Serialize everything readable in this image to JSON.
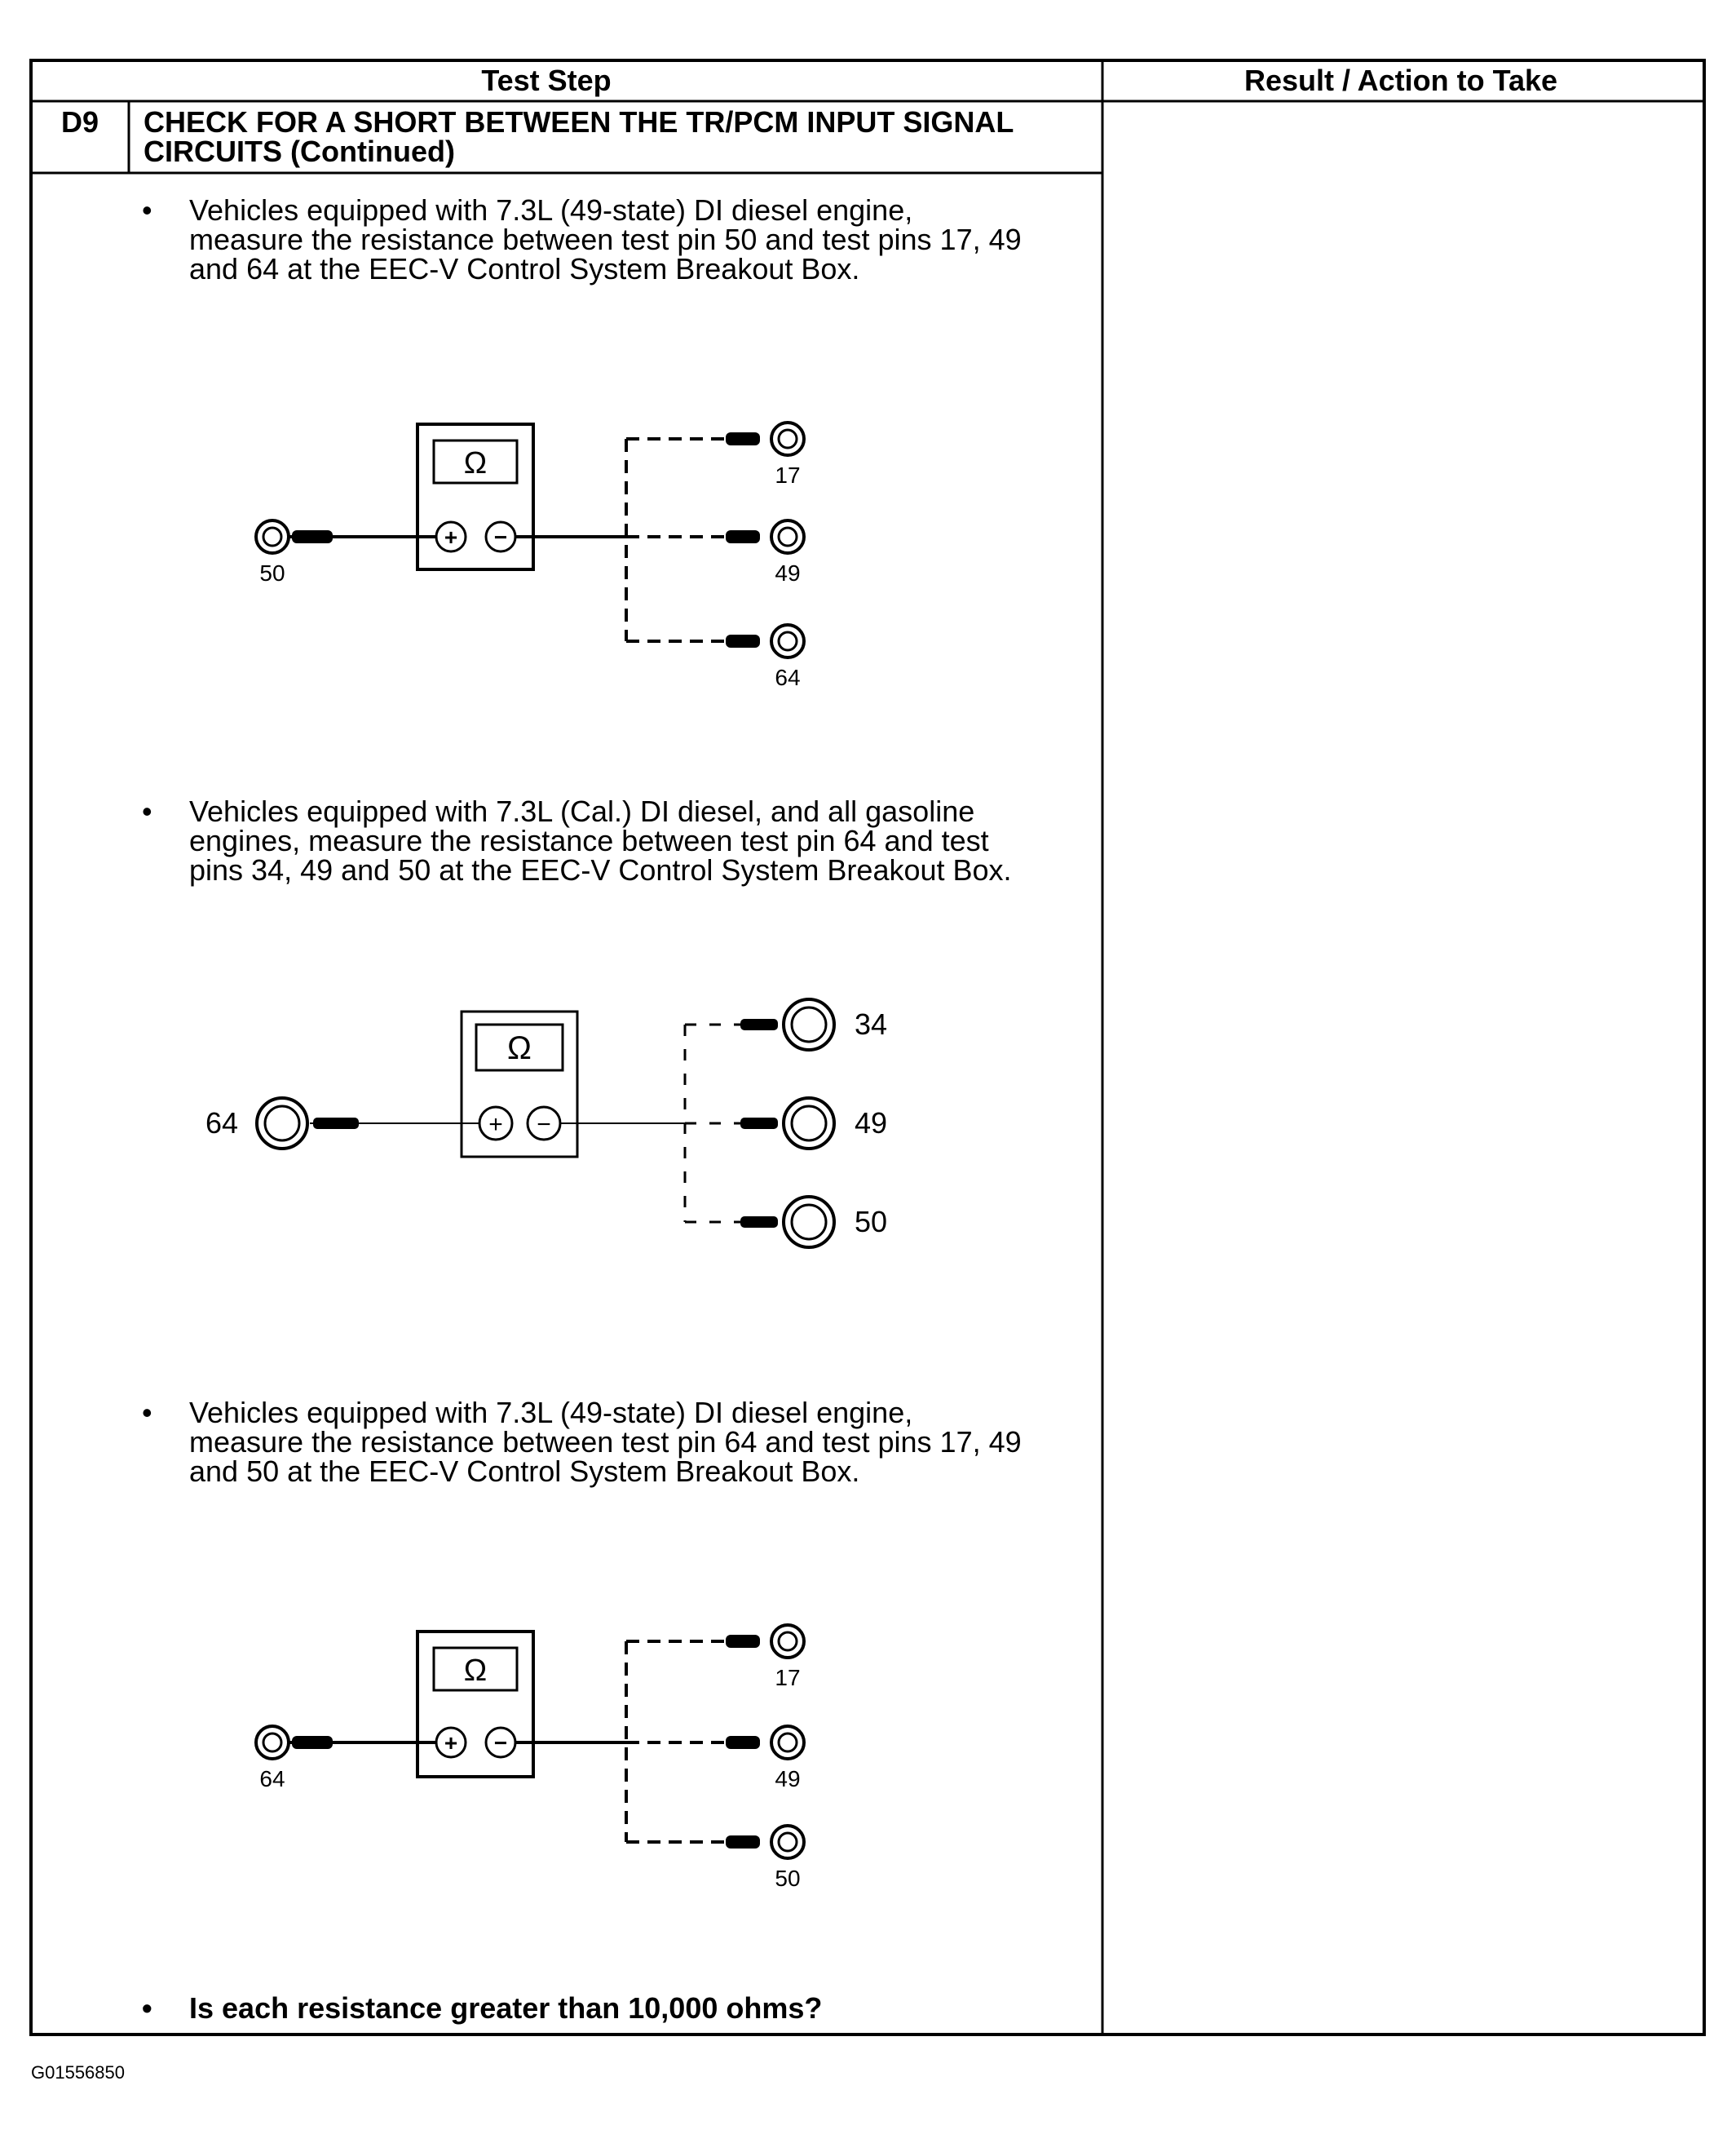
{
  "table": {
    "header_test_step": "Test Step",
    "header_result": "Result / Action to Take",
    "step_id": "D9",
    "step_title_line1": "CHECK FOR A SHORT BETWEEN THE TR/PCM INPUT SIGNAL",
    "step_title_line2": "CIRCUITS (Continued)"
  },
  "bullets": [
    {
      "lines": [
        "Vehicles equipped with 7.3L (49-state) DI diesel engine,",
        "measure the resistance between test pin 50 and test pins 17, 49",
        "and 64 at the EEC-V Control System Breakout Box."
      ]
    },
    {
      "lines": [
        "Vehicles equipped with 7.3L (Cal.) DI diesel, and all gasoline",
        "engines, measure the resistance between test pin 64 and test",
        "pins 34, 49 and 50 at the EEC-V Control System Breakout Box."
      ]
    },
    {
      "lines": [
        "Vehicles equipped with 7.3L (49-state) DI diesel engine,",
        "measure the resistance between test pin 64 and test pins 17, 49",
        "and 50 at the EEC-V Control System Breakout Box."
      ]
    }
  ],
  "question": "Is each resistance greater than 10,000 ohms?",
  "diagrams": [
    {
      "meter_symbol": "Ω",
      "plus": "+",
      "minus": "−",
      "source_pin": "50",
      "target_pins": [
        "17",
        "49",
        "64"
      ]
    },
    {
      "meter_symbol": "Ω",
      "plus": "+",
      "minus": "−",
      "source_pin": "64",
      "target_pins": [
        "34",
        "49",
        "50"
      ]
    },
    {
      "meter_symbol": "Ω",
      "plus": "+",
      "minus": "−",
      "source_pin": "64",
      "target_pins": [
        "17",
        "49",
        "50"
      ]
    }
  ],
  "figure_id": "G01556850"
}
